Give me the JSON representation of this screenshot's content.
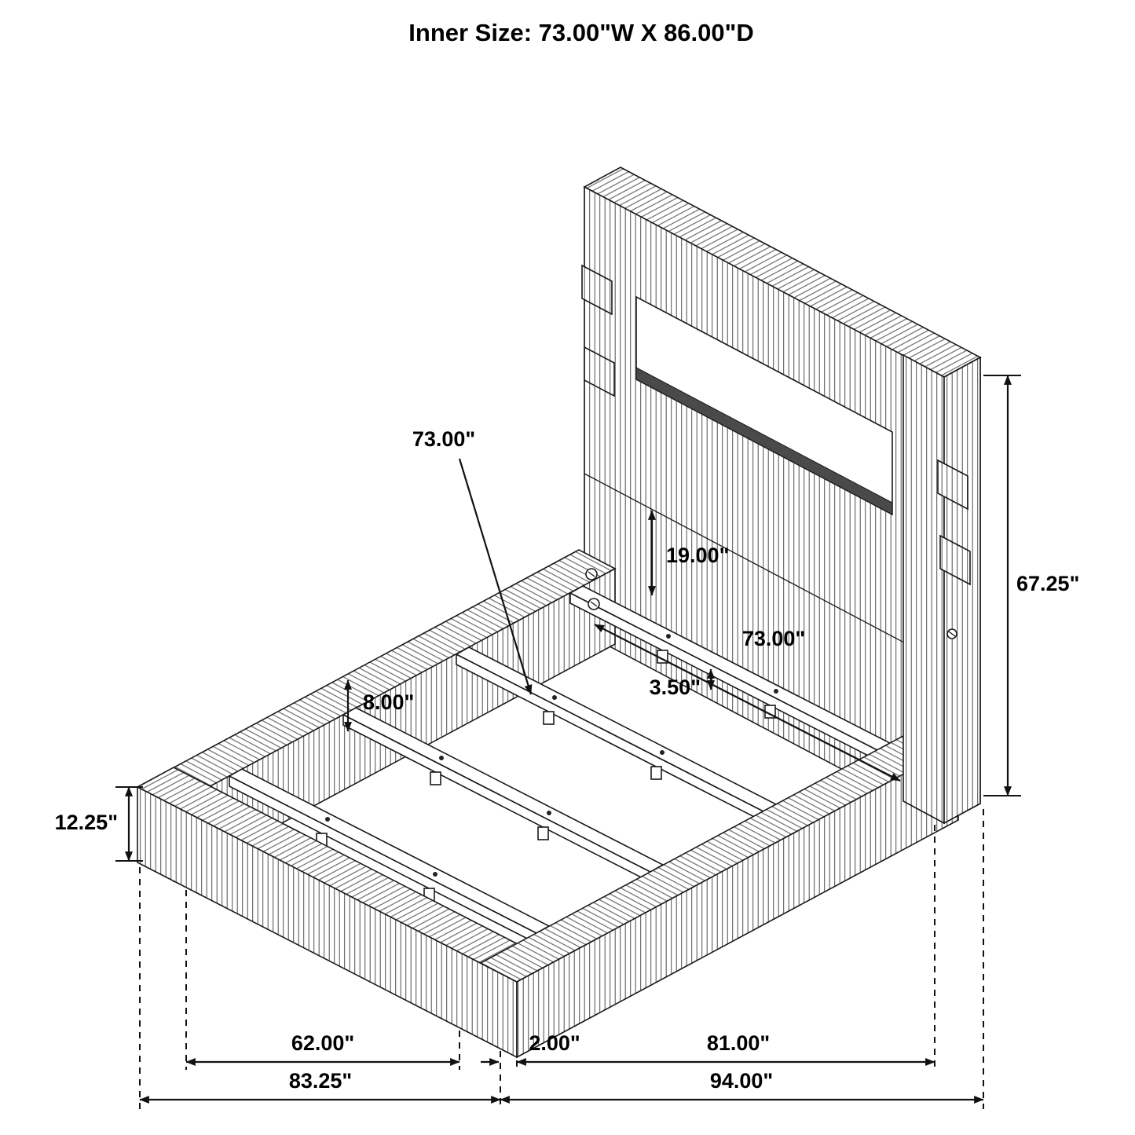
{
  "title": "Inner Size: 73.00\"W X 86.00\"D",
  "dims": {
    "slat_length": "73.00\"",
    "panel_to_platform": "19.00\"",
    "inner_width": "73.00\"",
    "slat_thickness": "3.50\"",
    "slat_to_rail_top": "8.00\"",
    "headboard_height": "67.25\"",
    "rail_height": "12.25\"",
    "foot_inner_width": "62.00\"",
    "foot_outer_width": "83.25\"",
    "frame_gap": "2.00\"",
    "side_rail_span": "81.00\"",
    "overall_depth": "94.00\""
  }
}
